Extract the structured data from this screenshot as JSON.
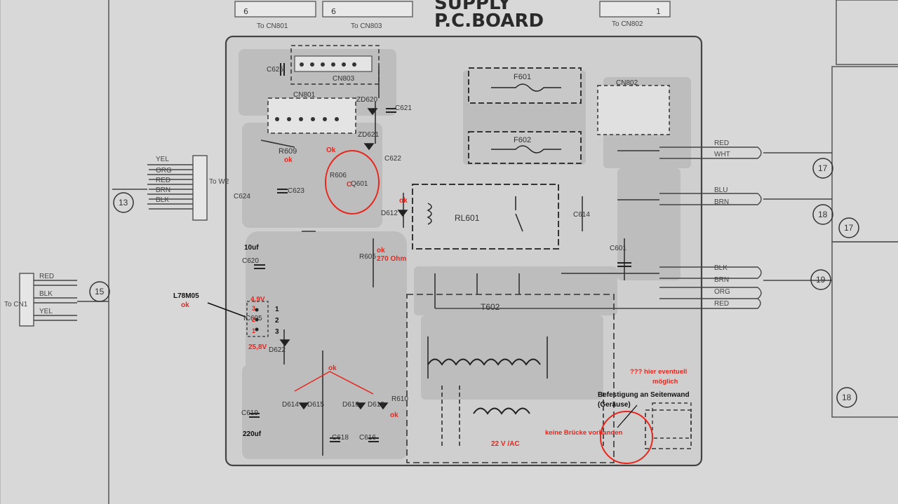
{
  "board": {
    "title_line1": "SUPPLY",
    "title_line2": "P.C.BOARD",
    "top_connector_1": "To CN801",
    "top_connector_2": "To CN803",
    "top_connector_3": "To CN802",
    "left_connector_to": "To W2",
    "bottom_left_connector_to": "To CN1"
  },
  "components": {
    "cn803": "CN803",
    "cn801": "CN801",
    "cn802": "CN802",
    "c625": "C625",
    "c621": "C621",
    "c622": "C622",
    "c623": "C623",
    "c624": "C624",
    "c620": "C620",
    "c614": "C614",
    "c601": "C601",
    "c618": "C618",
    "c616": "C616",
    "c619": "C619",
    "zd620": "ZD620",
    "zd621": "ZD621",
    "r609": "R609",
    "r606": "R606",
    "r605": "R605",
    "r610": "R610",
    "q601": "Q601",
    "d612": "D612",
    "d622": "D622",
    "d614": "D614",
    "d615": "D615",
    "d616": "D616",
    "d613": "D613",
    "ic605": "IC605",
    "f601": "F601",
    "f602": "F602",
    "rl601": "RL601",
    "t602": "T602"
  },
  "wires": {
    "left_top": [
      "YEL",
      "ORG",
      "RED",
      "BRN",
      "BLK"
    ],
    "left_bottom": [
      "RED",
      "BLK",
      "YEL"
    ],
    "right_1": [
      "RED",
      "WHT"
    ],
    "right_2": [
      "BLU",
      "BRN"
    ],
    "right_3": [
      "BLK",
      "BRN",
      "ORG",
      "RED"
    ]
  },
  "markers": {
    "m13": "13",
    "m15": "15",
    "m17a": "17",
    "m17b": "17",
    "m18a": "18",
    "m18b": "18",
    "m19": "19"
  },
  "annotations": {
    "ok_r609": "ok",
    "ok_q601": "Ok",
    "c_q601": "C",
    "ok_d612": "ok",
    "ok_r606": "ok",
    "ohm_r606": "270 Ohm",
    "uf_c620": "10uf",
    "l78m05": "L78M05",
    "ok_l78m05": "ok",
    "v_out": "4,9V",
    "pin3": "3",
    "pin2": "2",
    "pin1": "1",
    "pin_r1": "1",
    "pin_r2": "2",
    "pin_r3": "3",
    "v_in": "25,8V",
    "ok_diodes": "ok",
    "ok_r610": "ok",
    "uf_c619": "220uf",
    "v_ac": "22 V /AC",
    "no_bridge": "keine Brücke vorhanden",
    "question": "??? hier eventuell",
    "possible": "möglich",
    "mount": "Befestigung an Seitenwand",
    "housing": "(Geräuse)"
  },
  "colors": {
    "annotation_red": "#e8261c",
    "annotation_black": "#111111",
    "paper": "#d8d8d8",
    "ink": "#3a3a3a"
  }
}
